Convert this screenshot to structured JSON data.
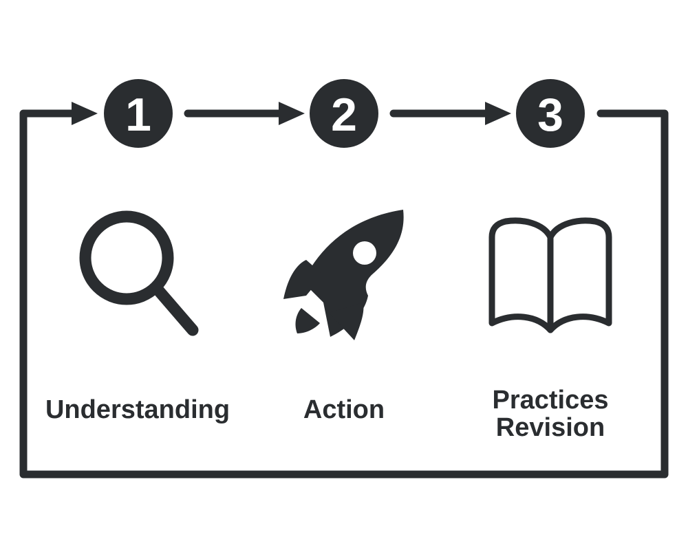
{
  "steps": [
    {
      "number": "1",
      "label": "Understanding",
      "icon": "magnifier-icon"
    },
    {
      "number": "2",
      "label": "Action",
      "icon": "rocket-icon"
    },
    {
      "number": "3",
      "label": "Practices Revision",
      "label_line1": "Practices",
      "label_line2": "Revision",
      "icon": "book-icon"
    }
  ],
  "colors": {
    "ink": "#2a2d30",
    "background": "#ffffff"
  }
}
